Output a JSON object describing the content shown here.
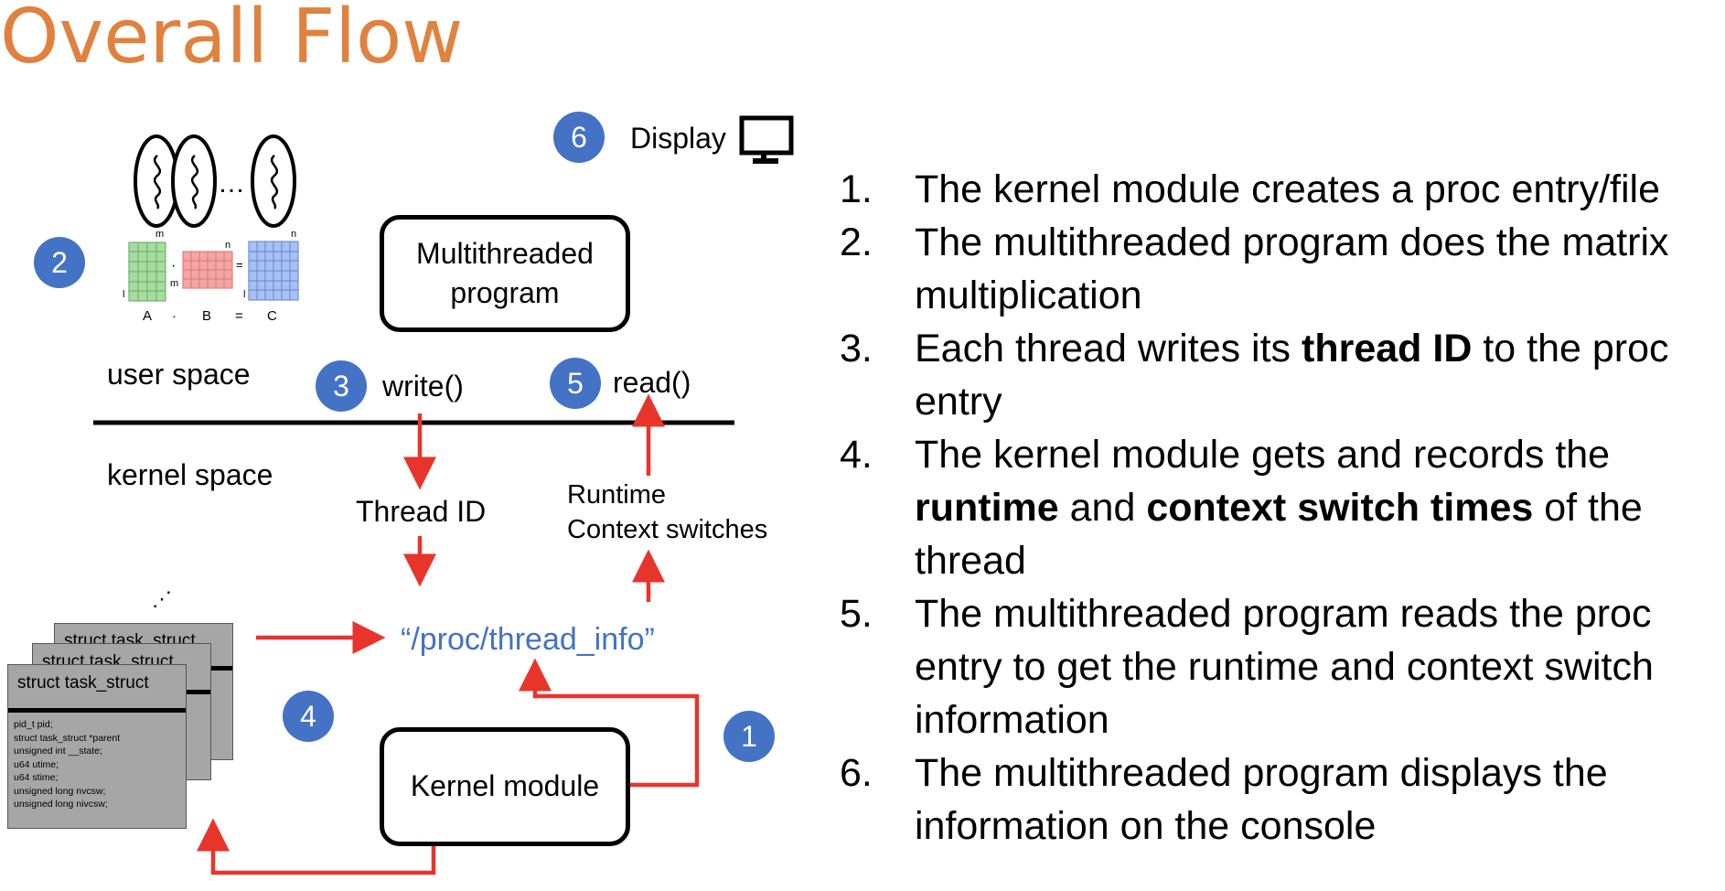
{
  "title": "Overall Flow",
  "badges": [
    "1",
    "2",
    "3",
    "4",
    "5",
    "6"
  ],
  "display_label": "Display",
  "multithreaded_box": [
    "Multithreaded",
    "program"
  ],
  "user_space": "user space",
  "kernel_space": "kernel space",
  "write_call": "write()",
  "read_call": "read()",
  "thread_id_label": "Thread ID",
  "runtime_label": [
    "Runtime",
    "Context switches"
  ],
  "proc_file": "“/proc/thread_info”",
  "kernel_module": "Kernel module",
  "matrix_letters": [
    "A",
    "·",
    "B",
    "=",
    "C"
  ],
  "matrix_dims": [
    "m",
    "n",
    "n",
    "m",
    "l",
    "l"
  ],
  "matrix_ops": [
    "·",
    "="
  ],
  "ellipsis": "…",
  "stack_dots": "⋰",
  "task_struct": {
    "title": "struct task_struct",
    "back_title": "struct task_struct",
    "fields": [
      "pid_t pid;",
      "struct task_struct *parent",
      "unsigned int __state;",
      "u64 utime;",
      "u64 stime;",
      "unsigned long nvcsw;",
      "unsigned long nivcsw;"
    ]
  },
  "steps": [
    {
      "num": "1.",
      "parts": [
        {
          "t": "The kernel module creates a proc entry/file",
          "b": false
        }
      ]
    },
    {
      "num": "2.",
      "parts": [
        {
          "t": "The multithreaded program does the matrix multiplication",
          "b": false
        }
      ]
    },
    {
      "num": "3.",
      "parts": [
        {
          "t": "Each thread writes its ",
          "b": false
        },
        {
          "t": "thread ID",
          "b": true
        },
        {
          "t": " to the proc entry",
          "b": false
        }
      ]
    },
    {
      "num": "4.",
      "parts": [
        {
          "t": "The kernel module gets and records the  ",
          "b": false
        },
        {
          "t": "runtime",
          "b": true
        },
        {
          "t": " and ",
          "b": false
        },
        {
          "t": "context switch times",
          "b": true
        },
        {
          "t": " of the thread",
          "b": false
        }
      ]
    },
    {
      "num": "5.",
      "parts": [
        {
          "t": "The multithreaded program reads the proc entry to get the runtime and context switch information",
          "b": false
        }
      ]
    },
    {
      "num": "6.",
      "parts": [
        {
          "t": "The multithreaded program displays the information on the console",
          "b": false
        }
      ]
    }
  ],
  "colors": {
    "title": "#e0823f",
    "badge": "#4472c4",
    "arrow": "#e8352b",
    "proc": "#4472c4"
  }
}
